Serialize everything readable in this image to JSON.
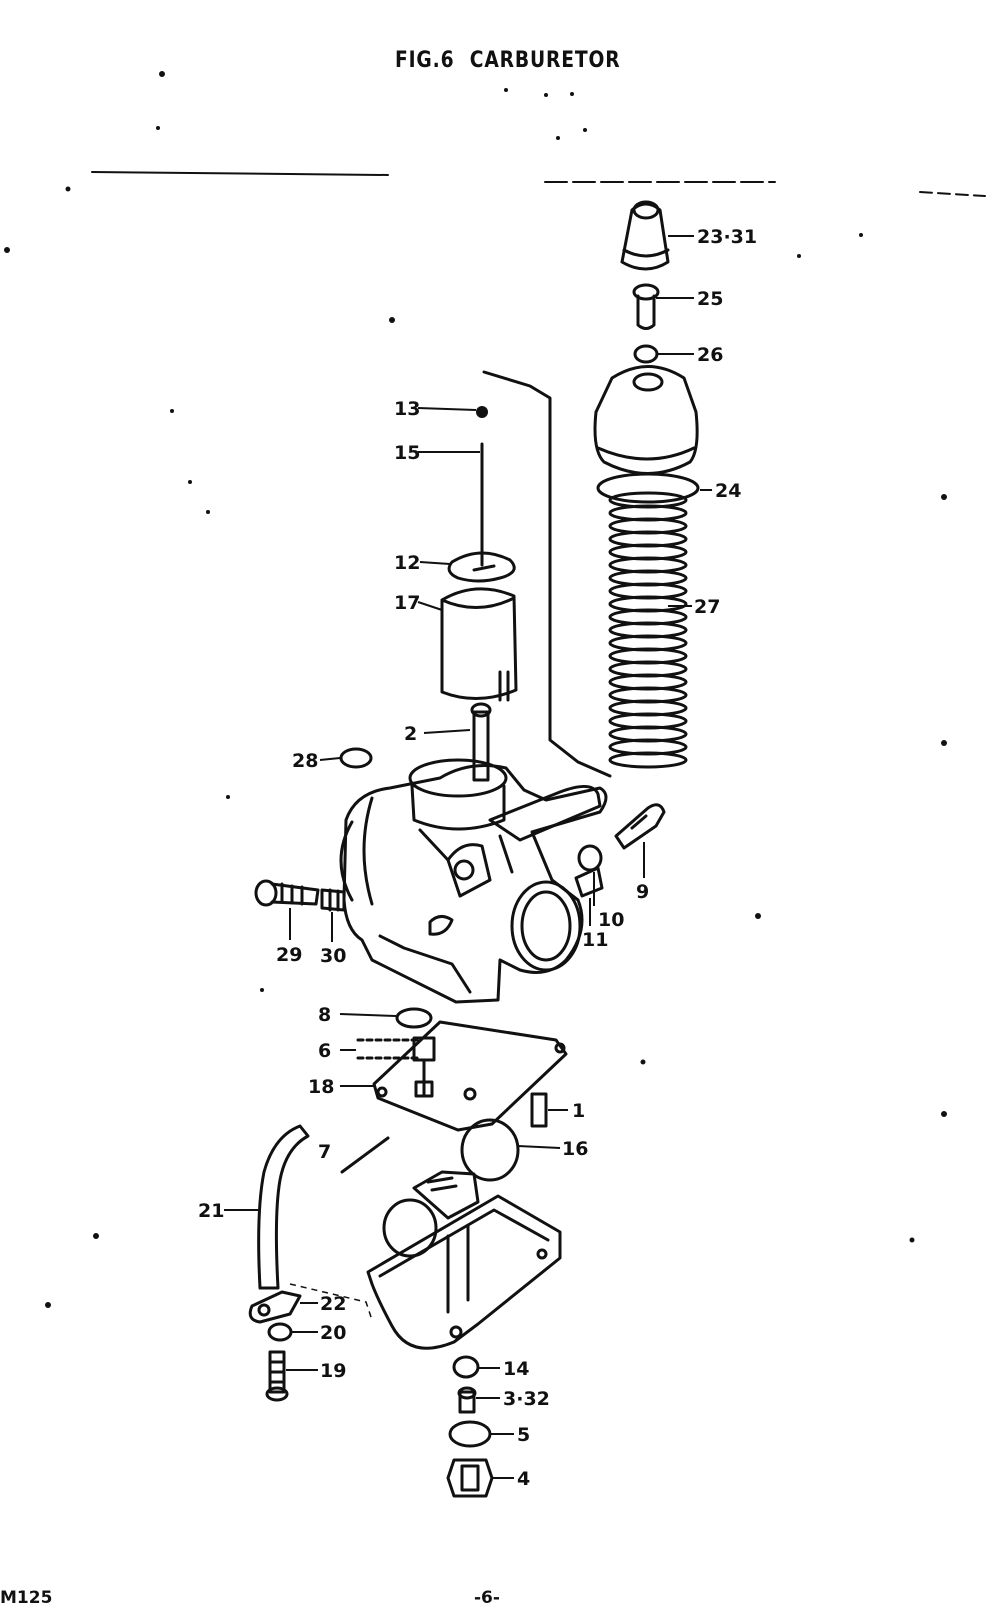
{
  "header": {
    "fig": "FIG.6",
    "name": "CARBURETOR"
  },
  "footer": {
    "model": "M125",
    "page": "-6-"
  },
  "callouts": [
    {
      "id": "c-23-31",
      "text": "23·31"
    },
    {
      "id": "c-25",
      "text": "25"
    },
    {
      "id": "c-26",
      "text": "26"
    },
    {
      "id": "c-24",
      "text": "24"
    },
    {
      "id": "c-27",
      "text": "27"
    },
    {
      "id": "c-13",
      "text": "13"
    },
    {
      "id": "c-15",
      "text": "15"
    },
    {
      "id": "c-12",
      "text": "12"
    },
    {
      "id": "c-17",
      "text": "17"
    },
    {
      "id": "c-2",
      "text": "2"
    },
    {
      "id": "c-28",
      "text": "28"
    },
    {
      "id": "c-9",
      "text": "9"
    },
    {
      "id": "c-10",
      "text": "10"
    },
    {
      "id": "c-11",
      "text": "11"
    },
    {
      "id": "c-29",
      "text": "29"
    },
    {
      "id": "c-30",
      "text": "30"
    },
    {
      "id": "c-8",
      "text": "8"
    },
    {
      "id": "c-6",
      "text": "6"
    },
    {
      "id": "c-18",
      "text": "18"
    },
    {
      "id": "c-1",
      "text": "1"
    },
    {
      "id": "c-16",
      "text": "16"
    },
    {
      "id": "c-7",
      "text": "7"
    },
    {
      "id": "c-21",
      "text": "21"
    },
    {
      "id": "c-22",
      "text": "22"
    },
    {
      "id": "c-20",
      "text": "20"
    },
    {
      "id": "c-19",
      "text": "19"
    },
    {
      "id": "c-14",
      "text": "14"
    },
    {
      "id": "c-3-32",
      "text": "3·32"
    },
    {
      "id": "c-5",
      "text": "5"
    },
    {
      "id": "c-4",
      "text": "4"
    }
  ]
}
